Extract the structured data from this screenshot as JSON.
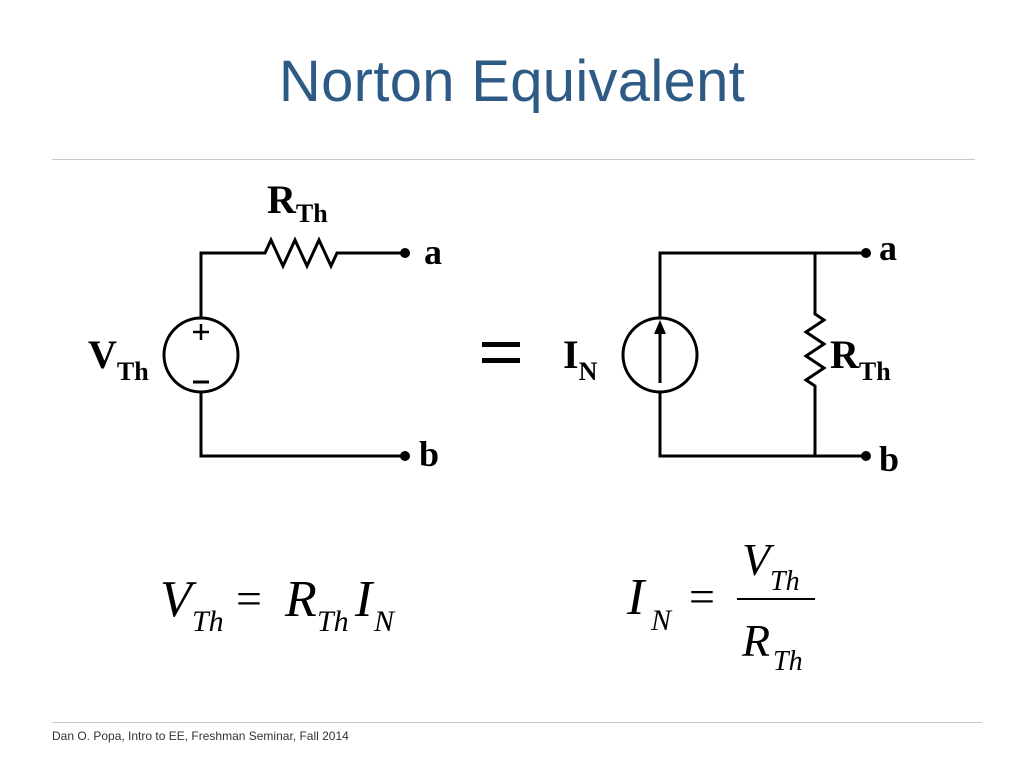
{
  "slide": {
    "title": "Norton Equivalent",
    "footer": "Dan O. Popa, Intro to EE, Freshman Seminar, Fall 2014"
  },
  "thevenin_circuit": {
    "resistor_label": "R",
    "resistor_sub": "Th",
    "source_label": "V",
    "source_sub": "Th",
    "plus_sign": "+",
    "minus_sign": "−",
    "terminal_a": "a",
    "terminal_b": "b"
  },
  "equals_sign": "=",
  "norton_circuit": {
    "source_label": "I",
    "source_sub": "N",
    "resistor_label": "R",
    "resistor_sub": "Th",
    "terminal_a": "a",
    "terminal_b": "b"
  },
  "equation_left": {
    "v": "V",
    "v_sub": "Th",
    "eq": "=",
    "r": "R",
    "r_sub": "Th",
    "i": "I",
    "i_sub": "N"
  },
  "equation_right": {
    "i": "I",
    "i_sub": "N",
    "eq": "=",
    "num": "V",
    "num_sub": "Th",
    "den": "R",
    "den_sub": "Th"
  },
  "colors": {
    "title": "#2e5b85",
    "rules": "#c8c8c8",
    "wire": "#000000"
  }
}
